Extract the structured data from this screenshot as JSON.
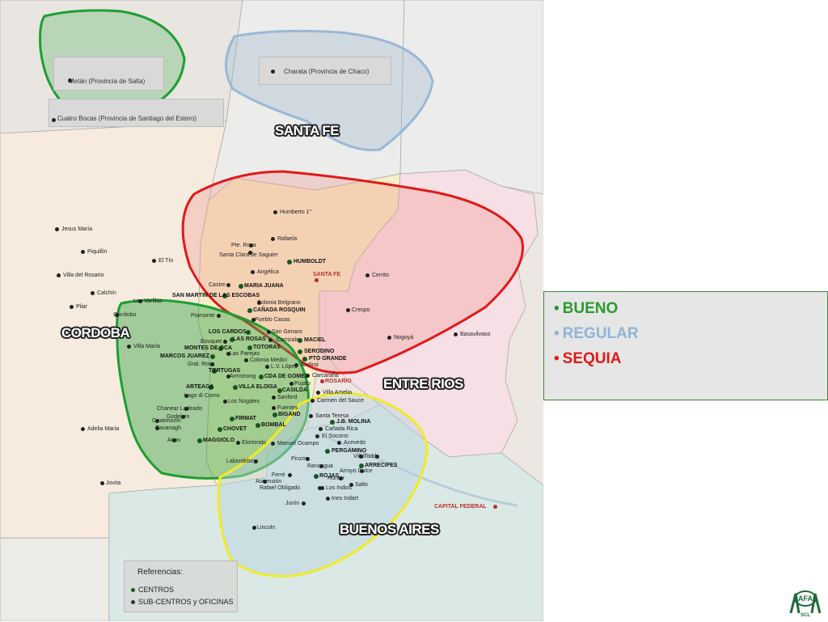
{
  "map": {
    "provinces": [
      {
        "id": "santa-fe",
        "label": "SANTA FE"
      },
      {
        "id": "cordoba",
        "label": "CORDOBA"
      },
      {
        "id": "entre-rios",
        "label": "ENTRE RIOS"
      },
      {
        "id": "buenos-aires",
        "label": "BUENOS AIRES"
      }
    ],
    "callouts": [
      {
        "id": "metan",
        "label": "Metán (Provincia de Salta)"
      },
      {
        "id": "charata",
        "label": "Charata (Provincia de Chaco)"
      },
      {
        "id": "cuatro-bocas",
        "label": "Cuatro Bocas (Provincia de Santiago del Estero)"
      }
    ],
    "places": [
      {
        "name": "Humberto 1°",
        "kind": "sub"
      },
      {
        "name": "Rafaela",
        "kind": "sub"
      },
      {
        "name": "Pte. Roca",
        "kind": "sub"
      },
      {
        "name": "Santa Clara de Saguier",
        "kind": "sub"
      },
      {
        "name": "HUMBOLDT",
        "kind": "center"
      },
      {
        "name": "Angélica",
        "kind": "sub"
      },
      {
        "name": "SANTA FE",
        "kind": "capital"
      },
      {
        "name": "Cerrito",
        "kind": "sub"
      },
      {
        "name": "Castre",
        "kind": "sub"
      },
      {
        "name": "MARIA JUANA",
        "kind": "center"
      },
      {
        "name": "SAN MARTIN DE LAS ESCOBAS",
        "kind": "center"
      },
      {
        "name": "Colonia Belgrano",
        "kind": "sub"
      },
      {
        "name": "CAÑADA ROSQUIN",
        "kind": "center"
      },
      {
        "name": "Crespo",
        "kind": "sub"
      },
      {
        "name": "Piamonte",
        "kind": "sub"
      },
      {
        "name": "Pueblo Casas",
        "kind": "sub"
      },
      {
        "name": "San Genaro",
        "kind": "sub"
      },
      {
        "name": "Carrizales",
        "kind": "sub"
      },
      {
        "name": "LOS CARDOS",
        "kind": "center"
      },
      {
        "name": "LAS ROSAS",
        "kind": "center"
      },
      {
        "name": "MACIEL",
        "kind": "center"
      },
      {
        "name": "Nogoyá",
        "kind": "sub"
      },
      {
        "name": "Basavilvaso",
        "kind": "sub"
      },
      {
        "name": "Bouquet",
        "kind": "sub"
      },
      {
        "name": "TOTORAS",
        "kind": "center"
      },
      {
        "name": "SERODINO",
        "kind": "center"
      },
      {
        "name": "MONTES DE OCA",
        "kind": "center"
      },
      {
        "name": "Las Parejas",
        "kind": "sub"
      },
      {
        "name": "PTO GRANDE",
        "kind": "center"
      },
      {
        "name": "MARCOS JUAREZ",
        "kind": "center"
      },
      {
        "name": "Colonia Medici",
        "kind": "sub"
      },
      {
        "name": "Gral. Roca",
        "kind": "sub"
      },
      {
        "name": "L.V. López",
        "kind": "sub"
      },
      {
        "name": "Andino",
        "kind": "sub"
      },
      {
        "name": "TORTUGAS",
        "kind": "center"
      },
      {
        "name": "Armstrong",
        "kind": "sub"
      },
      {
        "name": "CDA DE GOMEZ",
        "kind": "center"
      },
      {
        "name": "Carcaraña",
        "kind": "sub"
      },
      {
        "name": "ROSARIO",
        "kind": "capital"
      },
      {
        "name": "Pujato",
        "kind": "sub"
      },
      {
        "name": "ARTEAGA",
        "kind": "center"
      },
      {
        "name": "VILLA ELOISA",
        "kind": "center"
      },
      {
        "name": "CASILDA",
        "kind": "center"
      },
      {
        "name": "Villa Amelia",
        "kind": "sub"
      },
      {
        "name": "Lago di Como",
        "kind": "sub"
      },
      {
        "name": "Sanford",
        "kind": "sub"
      },
      {
        "name": "Carmen del Sauce",
        "kind": "sub"
      },
      {
        "name": "Los Nogales",
        "kind": "sub"
      },
      {
        "name": "Fuentes",
        "kind": "sub"
      },
      {
        "name": "Chanear Ladeado",
        "kind": "sub"
      },
      {
        "name": "BIGAND",
        "kind": "center"
      },
      {
        "name": "Santa Teresa",
        "kind": "sub"
      },
      {
        "name": "Godeken",
        "kind": "sub"
      },
      {
        "name": "FIRMAT",
        "kind": "center"
      },
      {
        "name": "J.B. MOLINA",
        "kind": "center"
      },
      {
        "name": "Guatimozín",
        "kind": "sub"
      },
      {
        "name": "BOMBAL",
        "kind": "center"
      },
      {
        "name": "Cañada Rica",
        "kind": "sub"
      },
      {
        "name": "Cavanagh",
        "kind": "sub"
      },
      {
        "name": "CHOVET",
        "kind": "center"
      },
      {
        "name": "El Socorro",
        "kind": "sub"
      },
      {
        "name": "Arias",
        "kind": "sub"
      },
      {
        "name": "MAGGIOLO",
        "kind": "center"
      },
      {
        "name": "Elortondo",
        "kind": "sub"
      },
      {
        "name": "Manuel Ocampo",
        "kind": "sub"
      },
      {
        "name": "Acevedo",
        "kind": "sub"
      },
      {
        "name": "PERGAMINO",
        "kind": "center"
      },
      {
        "name": "Labordeboy",
        "kind": "sub"
      },
      {
        "name": "Pinzón",
        "kind": "sub"
      },
      {
        "name": "Viña",
        "kind": "sub"
      },
      {
        "name": "Todd",
        "kind": "sub"
      },
      {
        "name": "Rancagua",
        "kind": "sub"
      },
      {
        "name": "ARRECIFES",
        "kind": "center"
      },
      {
        "name": "Arroyo Dulce",
        "kind": "sub"
      },
      {
        "name": "Ferré",
        "kind": "sub"
      },
      {
        "name": "ROJAS",
        "kind": "center"
      },
      {
        "name": "Hunter",
        "kind": "sub"
      },
      {
        "name": "Ascensión",
        "kind": "sub"
      },
      {
        "name": "Salto",
        "kind": "sub"
      },
      {
        "name": "Rafael Obligado",
        "kind": "sub"
      },
      {
        "name": "Los Indios",
        "kind": "sub"
      },
      {
        "name": "Ines Indart",
        "kind": "sub"
      },
      {
        "name": "Junín",
        "kind": "sub"
      },
      {
        "name": "CAPITAL FEDERAL",
        "kind": "capital"
      },
      {
        "name": "Lincoln",
        "kind": "sub"
      },
      {
        "name": "Jesus María",
        "kind": "sub"
      },
      {
        "name": "Piquillín",
        "kind": "sub"
      },
      {
        "name": "El Tío",
        "kind": "sub"
      },
      {
        "name": "Villa del Rosario",
        "kind": "sub"
      },
      {
        "name": "Calchín",
        "kind": "sub"
      },
      {
        "name": "Las Varillas",
        "kind": "sub"
      },
      {
        "name": "Pilar",
        "kind": "sub"
      },
      {
        "name": "Carrilobo",
        "kind": "sub"
      },
      {
        "name": "Villa María",
        "kind": "sub"
      },
      {
        "name": "Adelia María",
        "kind": "sub"
      },
      {
        "name": "Jovita",
        "kind": "sub"
      }
    ]
  },
  "legend": {
    "items": [
      {
        "label": "BUENO",
        "color": "#2b9a2b"
      },
      {
        "label": "REGULAR",
        "color": "#8fb4d6"
      },
      {
        "label": "SEQUIA",
        "color": "#e01919"
      }
    ]
  },
  "references": {
    "title": "Referencias:",
    "items": [
      {
        "label": "CENTROS",
        "color": "#17571f"
      },
      {
        "label": "SUB-CENTROS y OFICINAS",
        "color": "#333333"
      }
    ]
  },
  "logo": {
    "letters": "AFA",
    "caption": "SCL",
    "color": "#1f6b3a"
  }
}
